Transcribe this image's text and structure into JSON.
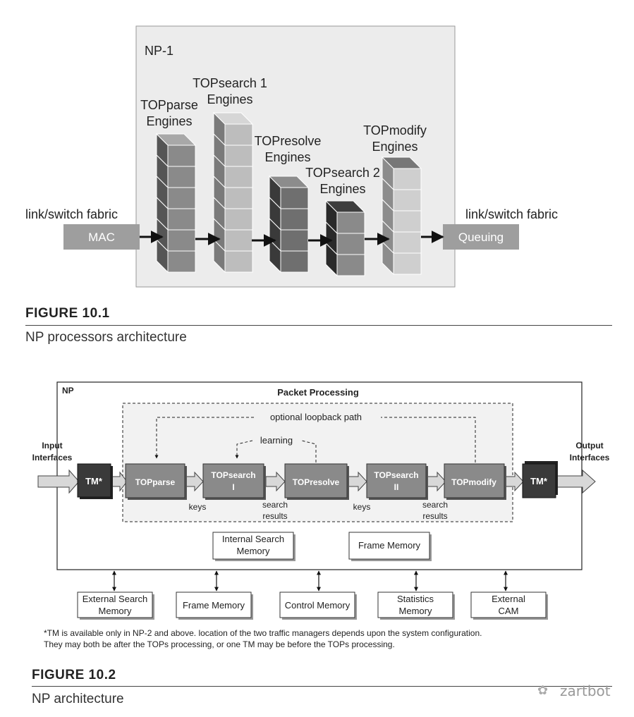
{
  "figure1": {
    "np_label": "NP-1",
    "left_fabric": "link/switch fabric",
    "right_fabric": "link/switch fabric",
    "mac": "MAC",
    "queuing": "Queuing",
    "stages": [
      {
        "line1": "TOPparse",
        "line2": "Engines",
        "color": "#8a8a8a",
        "top": "#a8a8a8",
        "side": "#555555"
      },
      {
        "line1": "TOPsearch 1",
        "line2": "Engines",
        "color": "#bdbdbd",
        "top": "#d6d6d6",
        "side": "#7a7a7a"
      },
      {
        "line1": "TOPresolve",
        "line2": "Engines",
        "color": "#6f6f6f",
        "top": "#8c8c8c",
        "side": "#3a3a3a"
      },
      {
        "line1": "TOPsearch 2",
        "line2": "Engines",
        "color": "#8a8a8a",
        "top": "#3e3e3e",
        "side": "#2a2a2a"
      },
      {
        "line1": "TOPmodify",
        "line2": "Engines",
        "color": "#cfcfcf",
        "top": "#777777",
        "side": "#8c8c8c"
      }
    ],
    "title": "FIGURE 10.1",
    "caption": "NP processors architecture"
  },
  "figure2": {
    "np_label": "NP",
    "packet_processing": "Packet Processing",
    "loopback": "optional loopback path",
    "learning": "learning",
    "input_l1": "Input",
    "input_l2": "Interfaces",
    "output_l1": "Output",
    "output_l2": "Interfaces",
    "tm_left": "TM*",
    "tm_right": "TM*",
    "blocks": [
      {
        "l1": "TOPparse",
        "l2": ""
      },
      {
        "l1": "TOPsearch",
        "l2": "I"
      },
      {
        "l1": "TOPresolve",
        "l2": ""
      },
      {
        "l1": "TOPsearch",
        "l2": "II"
      },
      {
        "l1": "TOPmodify",
        "l2": ""
      }
    ],
    "keys1": "keys",
    "sr1_l1": "search",
    "sr1_l2": "results",
    "keys2": "keys",
    "sr2_l1": "search",
    "sr2_l2": "results",
    "internal_mem_l1": "Internal Search",
    "internal_mem_l2": "Memory",
    "frame_mem_inner": "Frame Memory",
    "external": [
      {
        "l1": "External Search",
        "l2": "Memory"
      },
      {
        "l1": "Frame Memory",
        "l2": ""
      },
      {
        "l1": "Control Memory",
        "l2": ""
      },
      {
        "l1": "Statistics",
        "l2": "Memory"
      },
      {
        "l1": "External",
        "l2": "CAM"
      }
    ],
    "note_l1": "*TM is available only in NP-2 and above. location of the two traffic managers depends upon the system configuration.",
    "note_l2": "They may both be after the TOPs processing, or one TM may be before the TOPs processing.",
    "title": "FIGURE 10.2",
    "caption": "NP architecture"
  },
  "watermark": "zartbot"
}
